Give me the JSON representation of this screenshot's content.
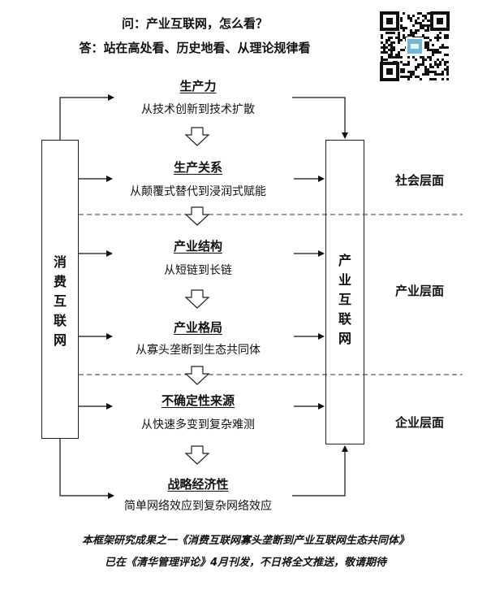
{
  "header": {
    "question": "问：产业互联网，怎么看？",
    "answer": "答：站在高处看、历史地看、从理论规律看"
  },
  "left_box": {
    "label": [
      "消",
      "费",
      "互",
      "联",
      "网"
    ]
  },
  "right_box": {
    "label": [
      "产",
      "业",
      "互",
      "联",
      "网"
    ]
  },
  "stages": [
    {
      "title": "生产力",
      "subtitle": "从技术创新到技术扩散"
    },
    {
      "title": "生产关系",
      "subtitle": "从颠覆式替代到浸润式赋能"
    },
    {
      "title": "产业结构",
      "subtitle": "从短链到长链"
    },
    {
      "title": "产业格局",
      "subtitle": "从寡头垄断到生态共同体"
    },
    {
      "title": "不确定性来源",
      "subtitle": "从快速多变到复杂难测"
    },
    {
      "title": "战略经济性",
      "subtitle": "简单网络效应到复杂网络效应"
    }
  ],
  "levels": [
    "社会层面",
    "产业层面",
    "企业层面"
  ],
  "footer": {
    "line1": "本框架研究成果之一《消费互联网寡头垄断到产业互联网生态共同体》",
    "line2": "已在《清华管理评论》4月刊发，不日将全文推送，敬请期待"
  },
  "qr_code": {
    "icon": "qr-code-icon"
  }
}
